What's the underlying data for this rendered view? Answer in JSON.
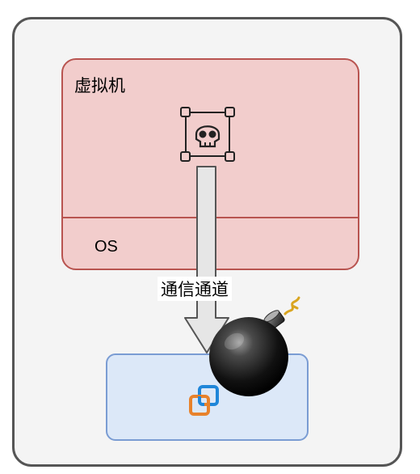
{
  "diagram": {
    "vm_label": "虚拟机",
    "os_label": "OS",
    "channel_label": "通信通道"
  },
  "icons": {
    "malware": "skull-in-frame-icon",
    "attack": "bomb-icon",
    "hypervisor": "vmware-logo-icon"
  },
  "colors": {
    "vm_fill": "#f2cdcc",
    "vm_border": "#b85450",
    "host_fill": "#dce8f8",
    "host_border": "#7a9cd3",
    "logo_orange": "#e8822b",
    "logo_blue": "#1f86d9"
  }
}
